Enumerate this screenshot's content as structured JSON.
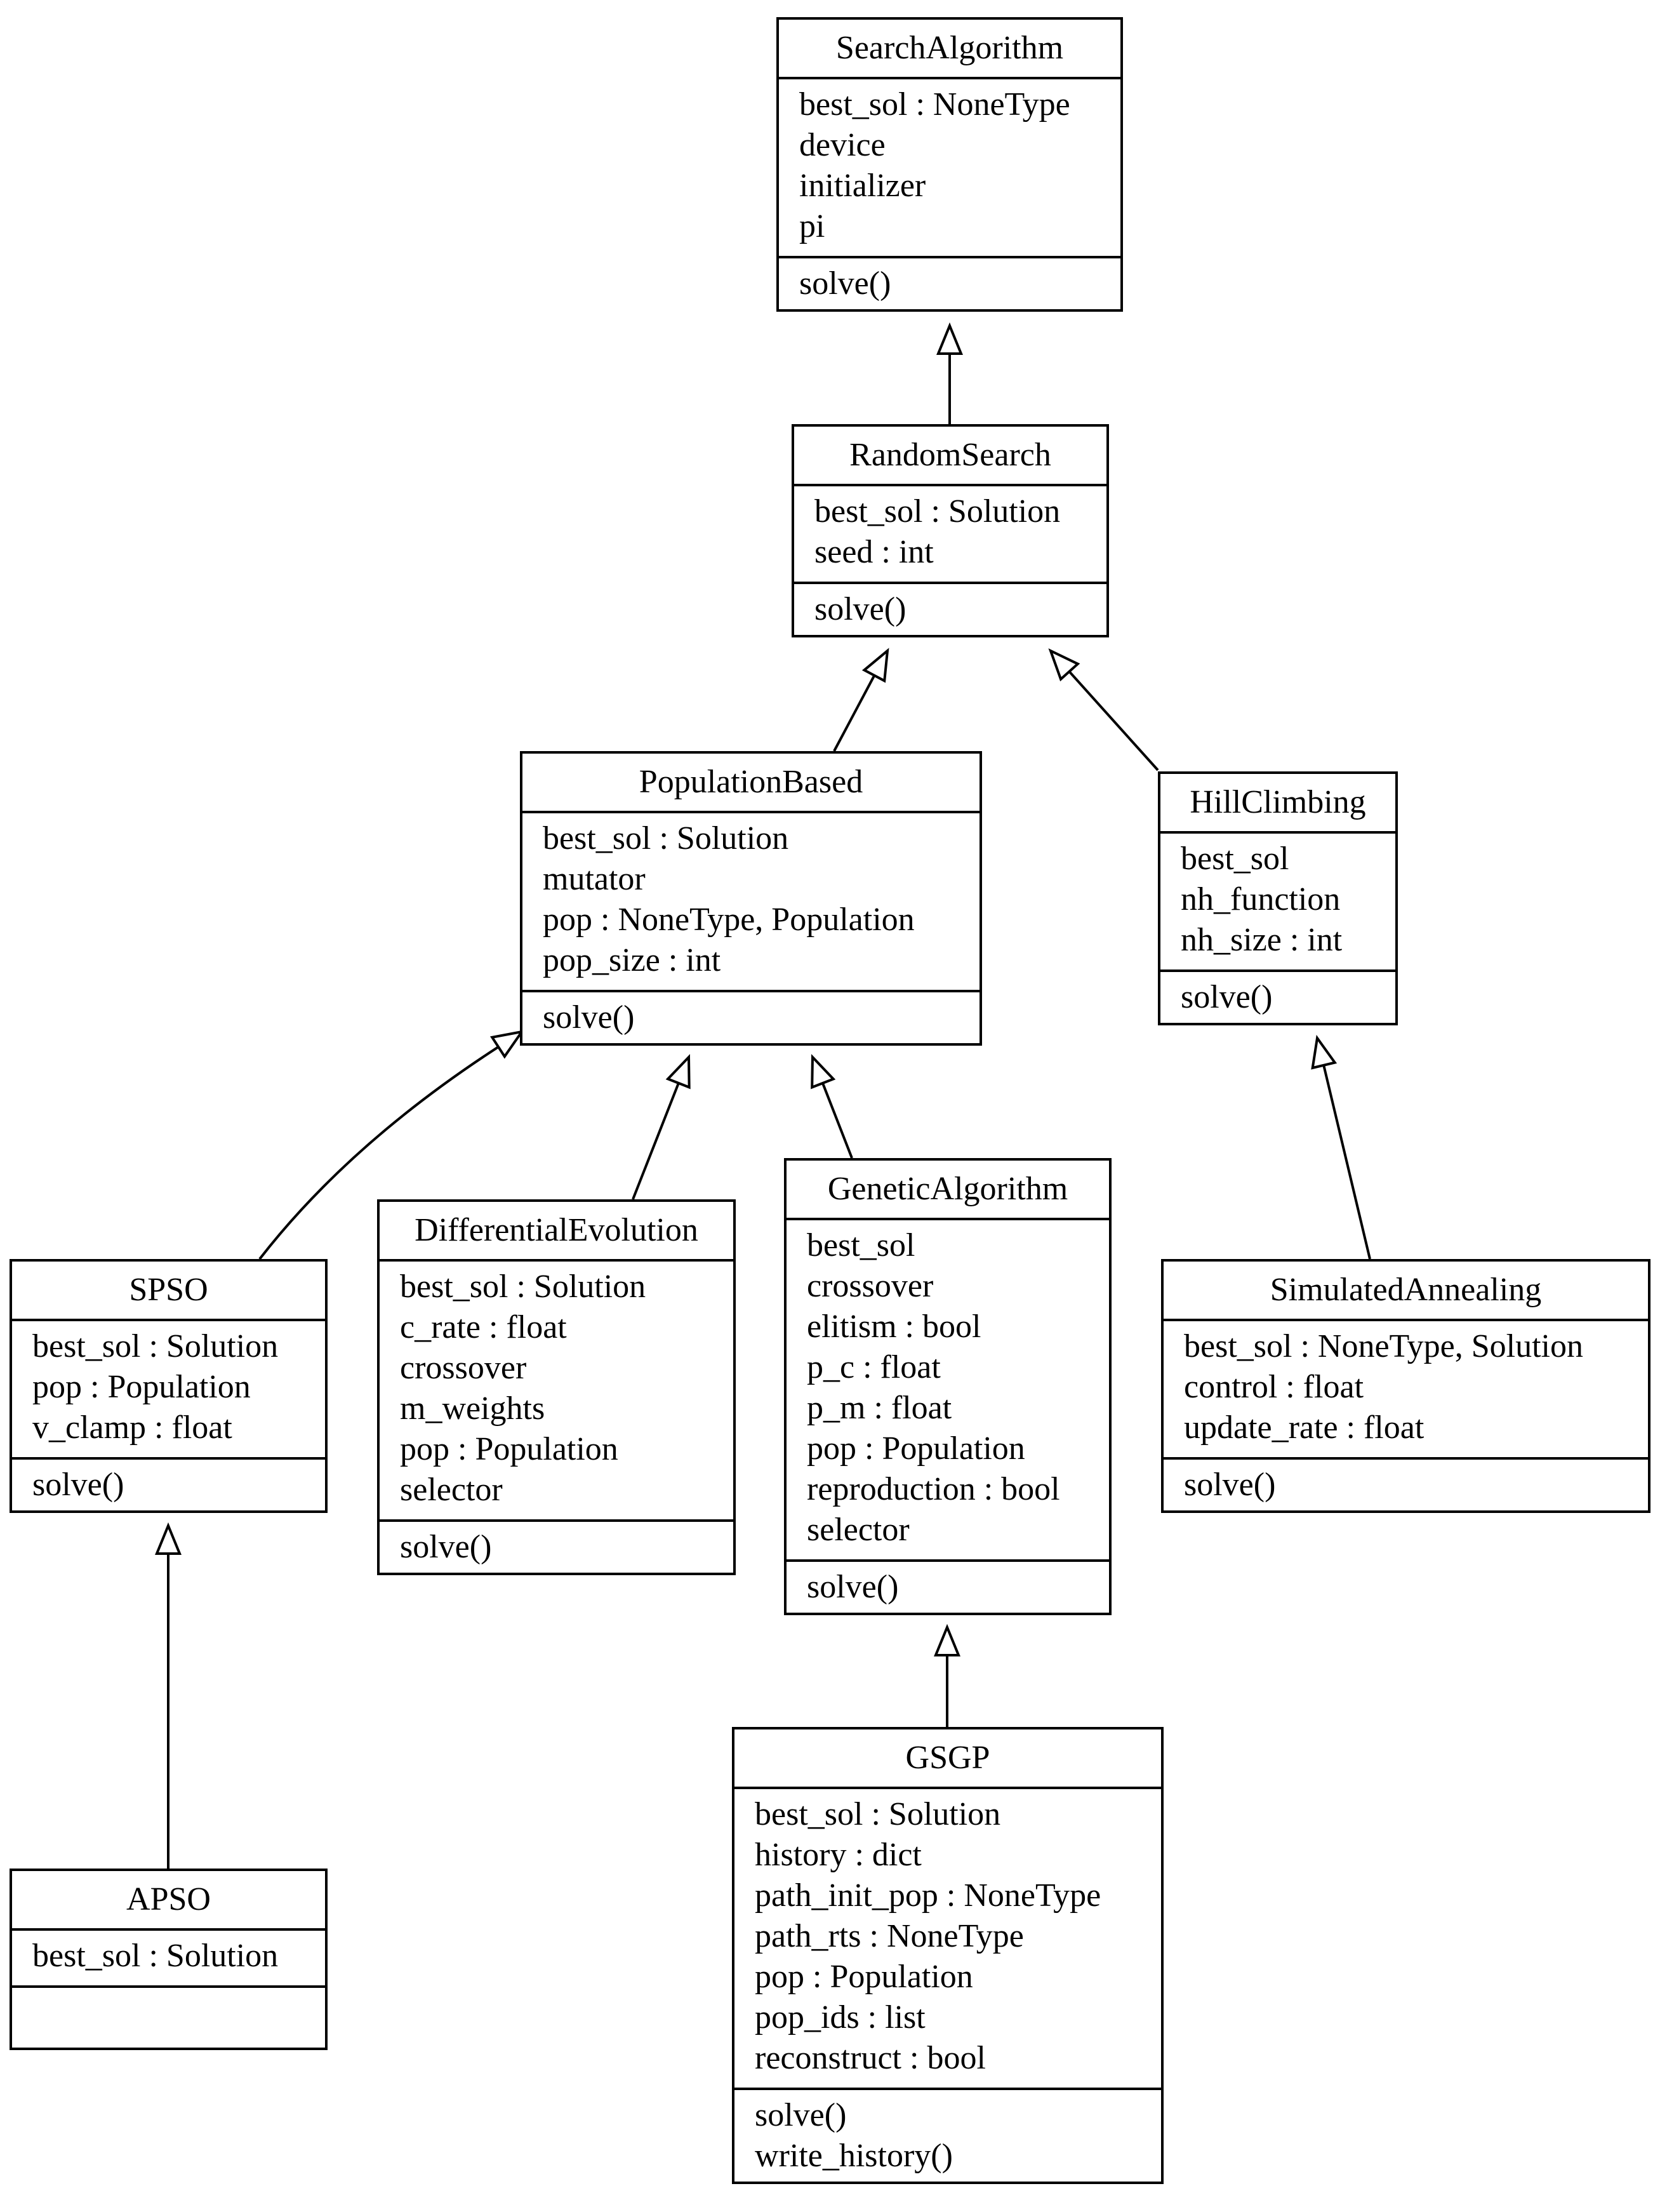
{
  "diagram": {
    "classes": [
      {
        "id": "SearchAlgorithm",
        "name": "SearchAlgorithm",
        "attributes": [
          "best_sol : NoneType",
          "device",
          "initializer",
          "pi"
        ],
        "methods": [
          "solve()"
        ]
      },
      {
        "id": "RandomSearch",
        "name": "RandomSearch",
        "attributes": [
          "best_sol : Solution",
          "seed : int"
        ],
        "methods": [
          "solve()"
        ]
      },
      {
        "id": "PopulationBased",
        "name": "PopulationBased",
        "attributes": [
          "best_sol : Solution",
          "mutator",
          "pop : NoneType, Population",
          "pop_size : int"
        ],
        "methods": [
          "solve()"
        ]
      },
      {
        "id": "HillClimbing",
        "name": "HillClimbing",
        "attributes": [
          "best_sol",
          "nh_function",
          "nh_size : int"
        ],
        "methods": [
          "solve()"
        ]
      },
      {
        "id": "SPSO",
        "name": "SPSO",
        "attributes": [
          "best_sol : Solution",
          "pop : Population",
          "v_clamp : float"
        ],
        "methods": [
          "solve()"
        ]
      },
      {
        "id": "DifferentialEvolution",
        "name": "DifferentialEvolution",
        "attributes": [
          "best_sol : Solution",
          "c_rate : float",
          "crossover",
          "m_weights",
          "pop : Population",
          "selector"
        ],
        "methods": [
          "solve()"
        ]
      },
      {
        "id": "GeneticAlgorithm",
        "name": "GeneticAlgorithm",
        "attributes": [
          "best_sol",
          "crossover",
          "elitism : bool",
          "p_c : float",
          "p_m : float",
          "pop : Population",
          "reproduction : bool",
          "selector"
        ],
        "methods": [
          "solve()"
        ]
      },
      {
        "id": "SimulatedAnnealing",
        "name": "SimulatedAnnealing",
        "attributes": [
          "best_sol : NoneType, Solution",
          "control : float",
          "update_rate : float"
        ],
        "methods": [
          "solve()"
        ]
      },
      {
        "id": "APSO",
        "name": "APSO",
        "attributes": [
          "best_sol : Solution"
        ],
        "methods": []
      },
      {
        "id": "GSGP",
        "name": "GSGP",
        "attributes": [
          "best_sol : Solution",
          "history : dict",
          "path_init_pop : NoneType",
          "path_rts : NoneType",
          "pop : Population",
          "pop_ids : list",
          "reconstruct : bool"
        ],
        "methods": [
          "solve()",
          "write_history()"
        ]
      }
    ],
    "inheritance": [
      {
        "child": "RandomSearch",
        "parent": "SearchAlgorithm"
      },
      {
        "child": "PopulationBased",
        "parent": "RandomSearch"
      },
      {
        "child": "HillClimbing",
        "parent": "RandomSearch"
      },
      {
        "child": "SPSO",
        "parent": "PopulationBased"
      },
      {
        "child": "DifferentialEvolution",
        "parent": "PopulationBased"
      },
      {
        "child": "GeneticAlgorithm",
        "parent": "PopulationBased"
      },
      {
        "child": "SimulatedAnnealing",
        "parent": "HillClimbing"
      },
      {
        "child": "APSO",
        "parent": "SPSO"
      },
      {
        "child": "GSGP",
        "parent": "GeneticAlgorithm"
      }
    ]
  }
}
